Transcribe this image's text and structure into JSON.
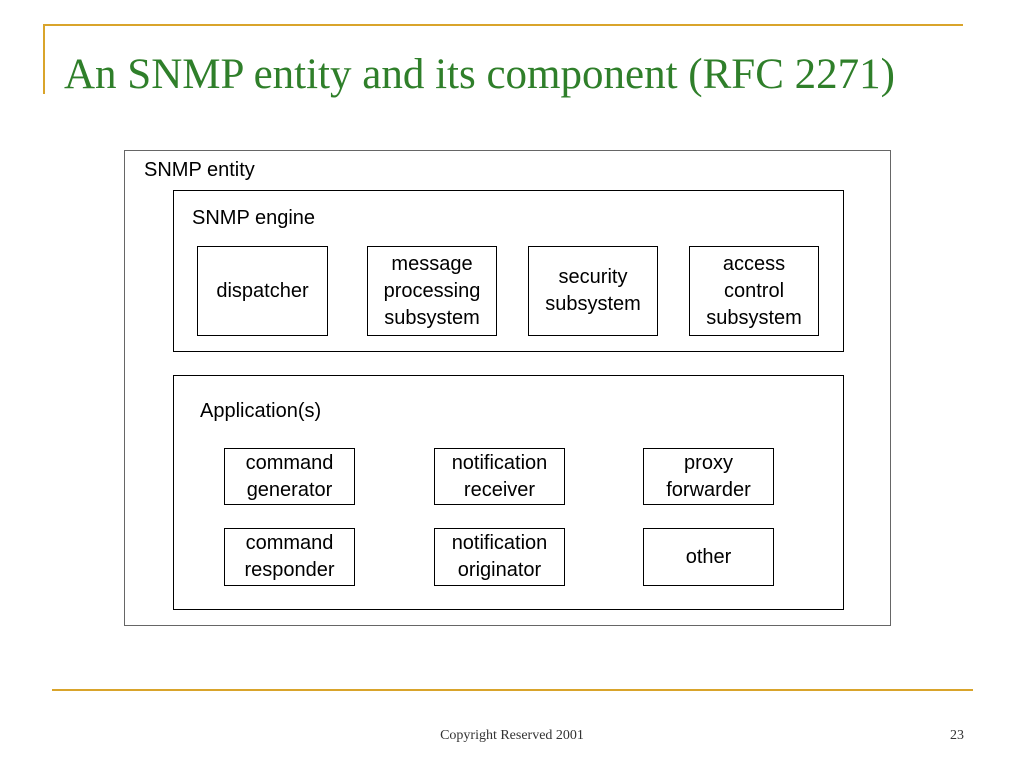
{
  "slide": {
    "title": "An SNMP entity and its component (RFC 2271)",
    "footer": "Copyright Reserved 2001",
    "page_number": "23",
    "accent_color": "#d9a42b",
    "title_color": "#2f7f2a"
  },
  "diagram": {
    "entity_label": "SNMP entity",
    "engine": {
      "label": "SNMP engine",
      "components": [
        "dispatcher",
        "message\nprocessing\nsubsystem",
        "security\nsubsystem",
        "access\ncontrol\nsubsystem"
      ]
    },
    "applications": {
      "label": "Application(s)",
      "items": [
        "command\ngenerator",
        "notification\nreceiver",
        "proxy\nforwarder",
        "command\nresponder",
        "notification\noriginator",
        "other"
      ]
    }
  }
}
